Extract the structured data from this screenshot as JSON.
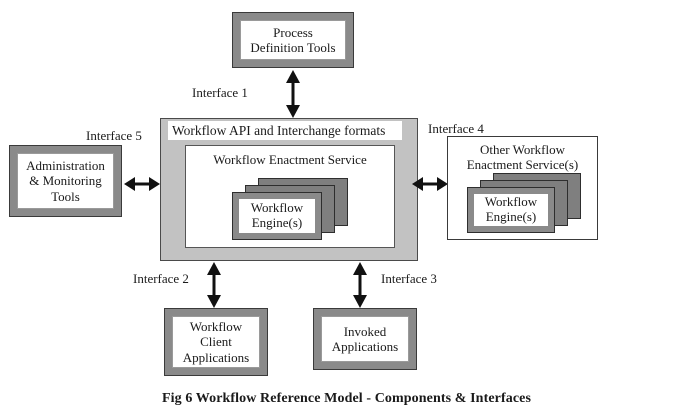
{
  "figure": {
    "caption": "Fig 6 Workflow Reference Model - Components & Interfaces"
  },
  "components": {
    "process_definition_tools": {
      "label": "Process\nDefinition Tools",
      "line1": "Process",
      "line2": "Definition Tools"
    },
    "admin_monitoring_tools": {
      "line1": "Administration",
      "line2": "& Monitoring",
      "line3": "Tools"
    },
    "workflow_client_applications": {
      "line1": "Workflow",
      "line2": "Client",
      "line3": "Applications"
    },
    "invoked_applications": {
      "line1": "Invoked",
      "line2": "Applications"
    },
    "center": {
      "api_banner": "Workflow API and Interchange formats",
      "enactment_service_title": "Workflow Enactment Service",
      "engine_line1": "Workflow",
      "engine_line2": "Engine(s)"
    },
    "other_enactment_service": {
      "title_line1": "Other Workflow",
      "title_line2": "Enactment Service(s)",
      "engine_line1": "Workflow",
      "engine_line2": "Engine(s)"
    }
  },
  "interfaces": {
    "interface_1": "Interface 1",
    "interface_2": "Interface 2",
    "interface_3": "Interface 3",
    "interface_4": "Interface 4",
    "interface_5": "Interface 5"
  },
  "colors": {
    "frame_gray": "#8a8a8a",
    "container_gray": "#c2c2c2",
    "card_gray": "#7f7f7f",
    "white": "#ffffff",
    "ink": "#1a1a1a",
    "border_dark": "#3a3a3a"
  }
}
